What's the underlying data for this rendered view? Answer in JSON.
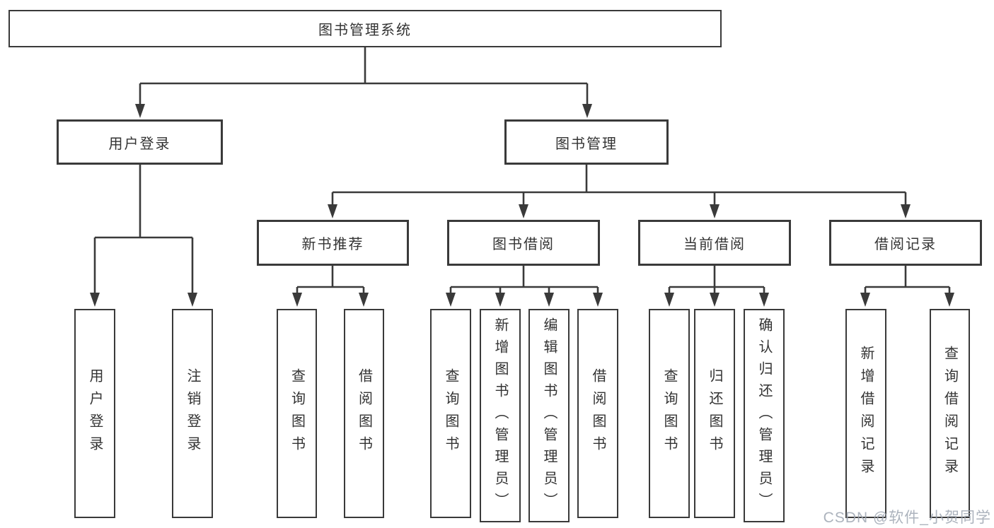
{
  "diagram": {
    "root": {
      "label": "图书管理系统"
    },
    "level2": {
      "user_login": {
        "label": "用户登录"
      },
      "book_management": {
        "label": "图书管理"
      }
    },
    "level3": {
      "new_book_recommend": {
        "label": "新书推荐"
      },
      "book_borrowing": {
        "label": "图书借阅"
      },
      "current_borrowing": {
        "label": "当前借阅"
      },
      "borrowing_records": {
        "label": "借阅记录"
      }
    },
    "leaves": {
      "user_login": {
        "label": "用户登录"
      },
      "logout": {
        "label": "注销登录"
      },
      "query_books_a": {
        "label": "查询图书"
      },
      "borrow_books_a": {
        "label": "借阅图书"
      },
      "query_books_b": {
        "label": "查询图书"
      },
      "add_books_admin": {
        "label": "新增图书（管理员）"
      },
      "edit_books_admin": {
        "label": "编辑图书（管理员）"
      },
      "borrow_books_b": {
        "label": "借阅图书"
      },
      "query_books_c": {
        "label": "查询图书"
      },
      "return_books": {
        "label": "归还图书"
      },
      "confirm_return_admin": {
        "label": "确认归还（管理员）"
      },
      "add_borrow_record": {
        "label": "新增借阅记录"
      },
      "query_borrow_record": {
        "label": "查询借阅记录"
      }
    }
  },
  "watermark": {
    "text": "CSDN @软件_小贺同学"
  },
  "colors": {
    "line": "#3a3a3a",
    "text": "#333333",
    "background": "#ffffff",
    "watermark": "#9ea6b2"
  }
}
